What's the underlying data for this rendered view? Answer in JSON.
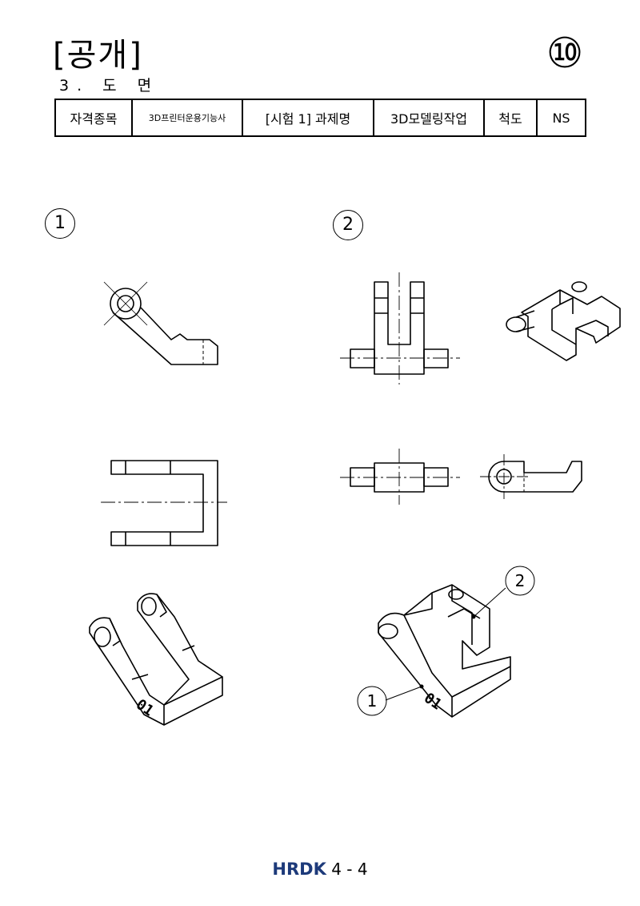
{
  "header": {
    "title": "[공개]",
    "subtitle": "3. 도 면",
    "sheet_number": "⑩"
  },
  "info_table": [
    "자격종목",
    "3D프린터운용기능사",
    "[시험 1] 과제명",
    "3D모델링작업",
    "척도",
    "NS"
  ],
  "drawing": {
    "part1_label": "1",
    "part2_label": "2",
    "iso_part1_engraving": "01",
    "iso_assembly_engraving": "01",
    "balloon_1": "1",
    "balloon_2": "2"
  },
  "footer": {
    "logo": "HRDK",
    "page": "4 - 4"
  }
}
